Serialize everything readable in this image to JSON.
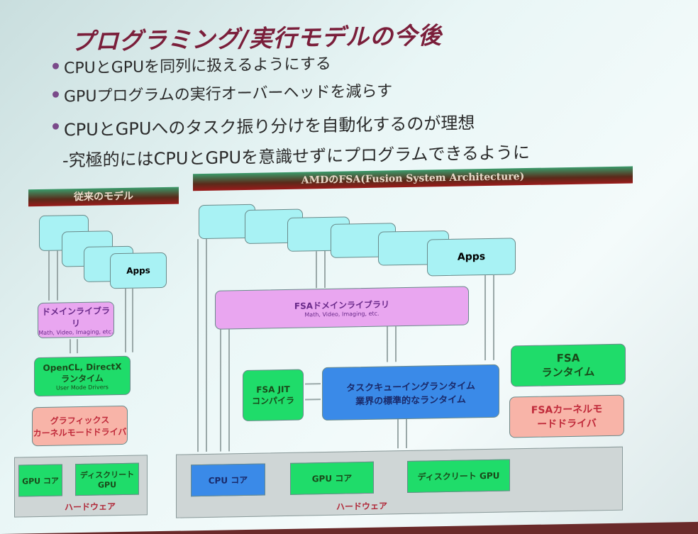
{
  "title": "プログラミング/実行モデルの今後",
  "bullets": [
    "CPUとGPUを同列に扱えるようにする",
    "GPUプログラムの実行オーバーヘッドを減らす",
    "CPUとGPUへのタスク振り分けを自動化するのが理想"
  ],
  "sub_bullet": "-究極的にはCPUとGPUを意識せずにプログラムできるように",
  "left": {
    "header": "従来のモデル",
    "apps": "Apps",
    "domain_lib": "ドメインライブラリ",
    "domain_lib_sub": "Math, Video, Imaging, etc.",
    "runtime_l1": "OpenCL, DirectX",
    "runtime_l2": "ランタイム",
    "runtime_sub": "User Mode Drivers",
    "driver_l1": "グラフィックス",
    "driver_l2": "カーネルモードドライバ",
    "gpu_core": "GPU コア",
    "discrete_gpu": "ディスクリート GPU",
    "hardware": "ハードウェア"
  },
  "right": {
    "header": "AMDのFSA(Fusion System Architecture)",
    "apps": "Apps",
    "domain_lib": "FSAドメインライブラリ",
    "domain_lib_sub": "Math, Video, Imaging, etc.",
    "jit_l1": "FSA JIT",
    "jit_l2": "コンパイラ",
    "queue_l1": "タスクキューイングランタイム",
    "queue_l2": "業界の標準的なランタイム",
    "runtime_l1": "FSA",
    "runtime_l2": "ランタイム",
    "driver_l1": "FSAカーネルモ",
    "driver_l2": "ードドライバ",
    "cpu_core": "CPU コア",
    "gpu_core": "GPU コア",
    "discrete_gpu": "ディスクリート GPU",
    "hardware": "ハードウェア"
  }
}
